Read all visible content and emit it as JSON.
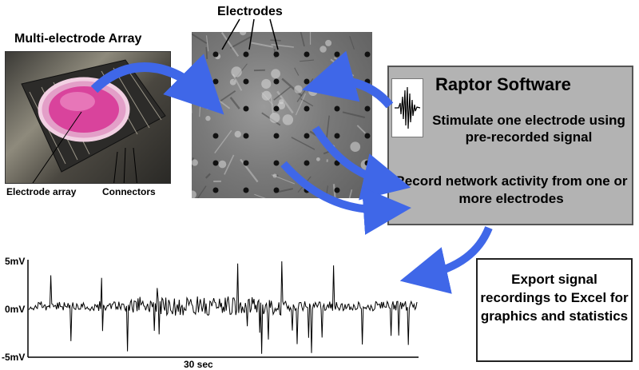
{
  "mea": {
    "title": "Multi-electrode Array",
    "label_array": "Electrode array",
    "label_connectors": "Connectors"
  },
  "microscope": {
    "title": "Electrodes"
  },
  "raptor": {
    "title": "Raptor Software",
    "stimulate": "Stimulate one electrode using pre-recorded signal",
    "record": "Record network activity from one or more electrodes"
  },
  "signal": {
    "y_top": "5mV",
    "y_mid": "0mV",
    "y_bottom": "-5mV",
    "x_label": "30 sec"
  },
  "export": {
    "text": "Export signal recordings to Excel for graphics and statistics"
  },
  "colors": {
    "arrow": "#3f67e8",
    "raptor_box": "#b3b3b3",
    "dish_pink": "#d9439c"
  }
}
